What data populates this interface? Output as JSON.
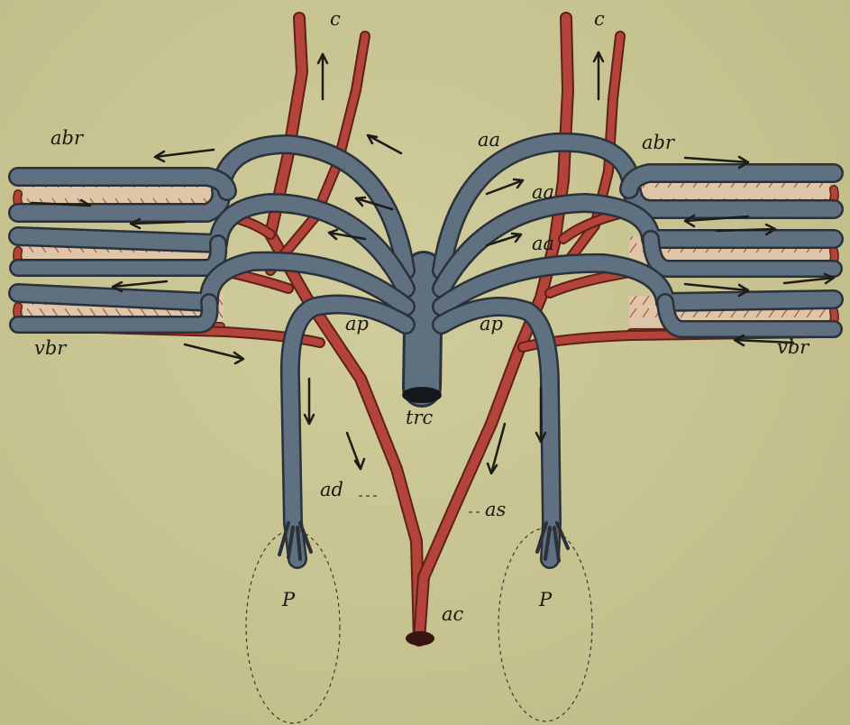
{
  "labels": {
    "c_left": "c",
    "c_right": "c",
    "abr_left": "abr",
    "abr_right": "abr",
    "aa_1": "aa",
    "aa_2": "aa",
    "aa_3": "aa",
    "vbr_left": "vbr",
    "vbr_right": "vbr",
    "ap_left": "ap",
    "ap_right": "ap",
    "trc": "trc",
    "ad": "ad",
    "as": "as",
    "ac": "ac",
    "p_left": "P",
    "p_right": "P"
  },
  "colors": {
    "background": "#c9c593",
    "vein_blue": "#5f7081",
    "artery_red": "#b4443a",
    "gill_hatch": "#e0c6a9"
  }
}
